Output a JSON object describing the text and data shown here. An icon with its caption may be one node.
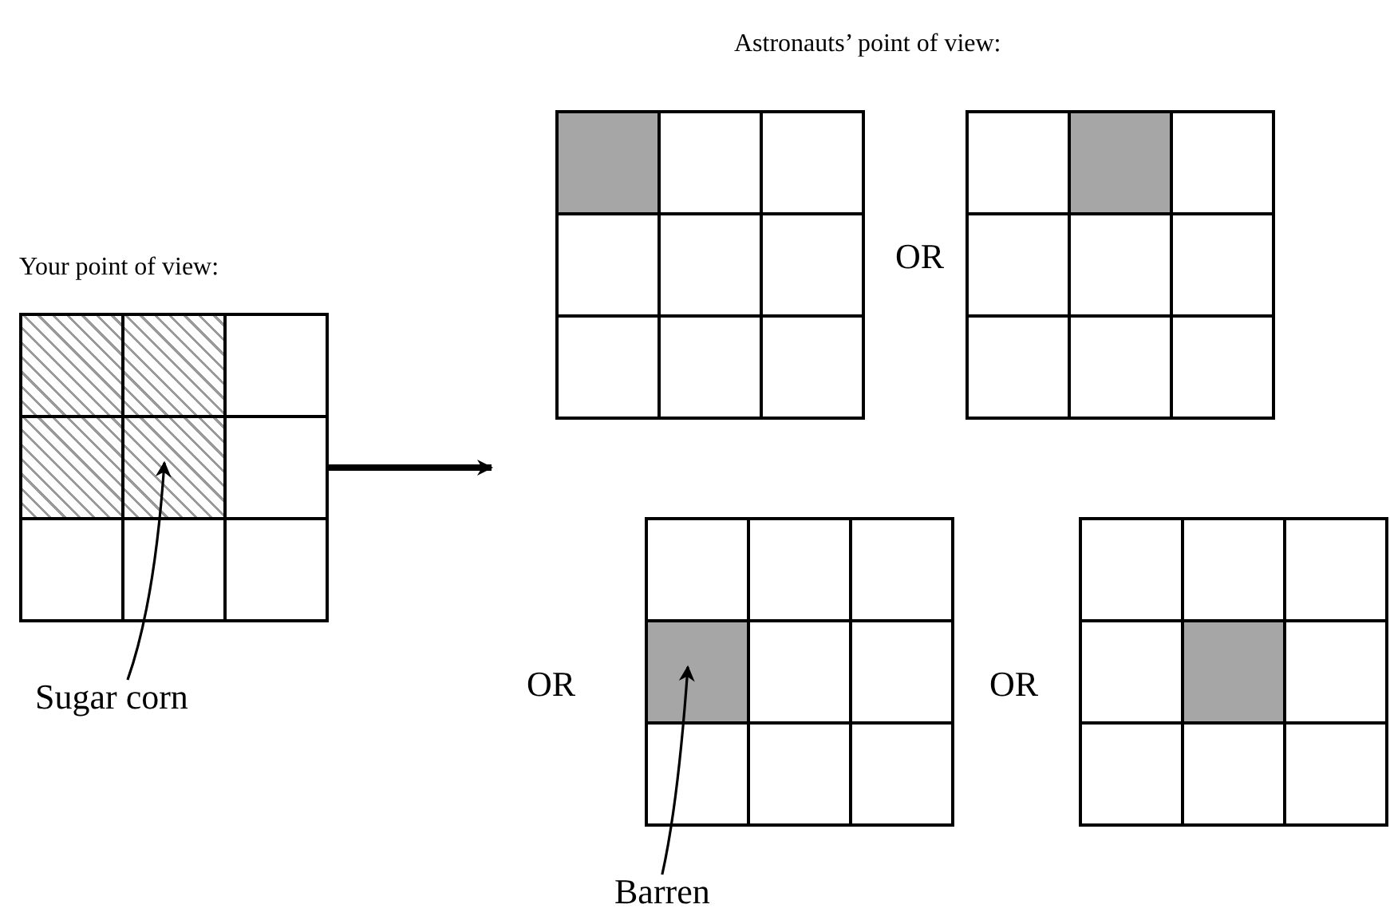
{
  "diagram": {
    "nodes": [
      {
        "text": [],
        "shape": "box"
      },
      {
        "text": [],
        "shape": "box",
        "in": 0
      },
      {
        "text": [
          "Sugar corn"
        ]
      },
      {
        "text": [],
        "shape": "box"
      },
      {
        "text": [],
        "shape": "box"
      },
      {
        "text": [],
        "shape": "box"
      },
      {
        "text": [],
        "shape": "box"
      },
      {
        "text": [],
        "shape": "box",
        "in": 5
      },
      {
        "text": [
          "Barren"
        ]
      }
    ],
    "edges": [
      {
        "from": 0,
        "to": null,
        "arrow": "to",
        "style": "thick"
      },
      {
        "from": 2,
        "to": 1,
        "arrow": "to"
      },
      {
        "from": 8,
        "to": 7,
        "arrow": "to"
      }
    ],
    "labels": [
      "Astronauts’ point of view:",
      "Your point of view:",
      "OR",
      "OR",
      "OR"
    ]
  }
}
